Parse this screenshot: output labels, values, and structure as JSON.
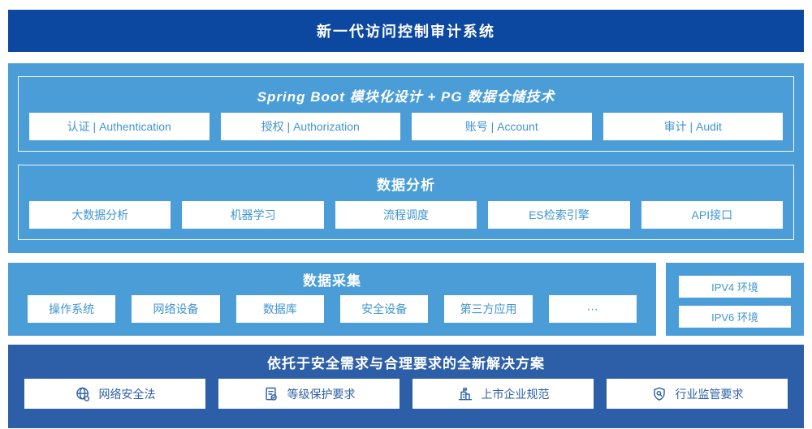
{
  "colors": {
    "header_blue": "#0c47a0",
    "light_blue": "#4a9dd7",
    "solution_blue": "#2d5fa9",
    "light_box_text": "#4095d2",
    "white": "#ffffff"
  },
  "header": {
    "title": "新一代访问控制审计系统"
  },
  "tech_section": {
    "title": "Spring Boot 模块化设计 + PG 数据仓储技术",
    "modules": [
      {
        "label": "认证 | Authentication"
      },
      {
        "label": "授权 | Authorization"
      },
      {
        "label": "账号 | Account"
      },
      {
        "label": "审计 | Audit"
      }
    ]
  },
  "analysis_section": {
    "title": "数据分析",
    "modules": [
      {
        "label": "大数据分析"
      },
      {
        "label": "机器学习"
      },
      {
        "label": "流程调度"
      },
      {
        "label": "ES检索引擎"
      },
      {
        "label": "API接口"
      }
    ]
  },
  "collect_section": {
    "title": "数据采集",
    "modules": [
      {
        "label": "操作系统"
      },
      {
        "label": "网络设备"
      },
      {
        "label": "数据库"
      },
      {
        "label": "安全设备"
      },
      {
        "label": "第三方应用"
      },
      {
        "label": "⋯"
      }
    ]
  },
  "env_panel": {
    "items": [
      {
        "label": "IPV4 环境"
      },
      {
        "label": "IPV6 环境"
      }
    ]
  },
  "solution_section": {
    "title": "依托于安全需求与合理要求的全新解决方案",
    "items": [
      {
        "label": "网络安全法",
        "icon": "globe-icon"
      },
      {
        "label": "等级保护要求",
        "icon": "document-check-icon"
      },
      {
        "label": "上市企业规范",
        "icon": "building-flag-icon"
      },
      {
        "label": "行业监管要求",
        "icon": "shield-search-icon"
      }
    ]
  }
}
